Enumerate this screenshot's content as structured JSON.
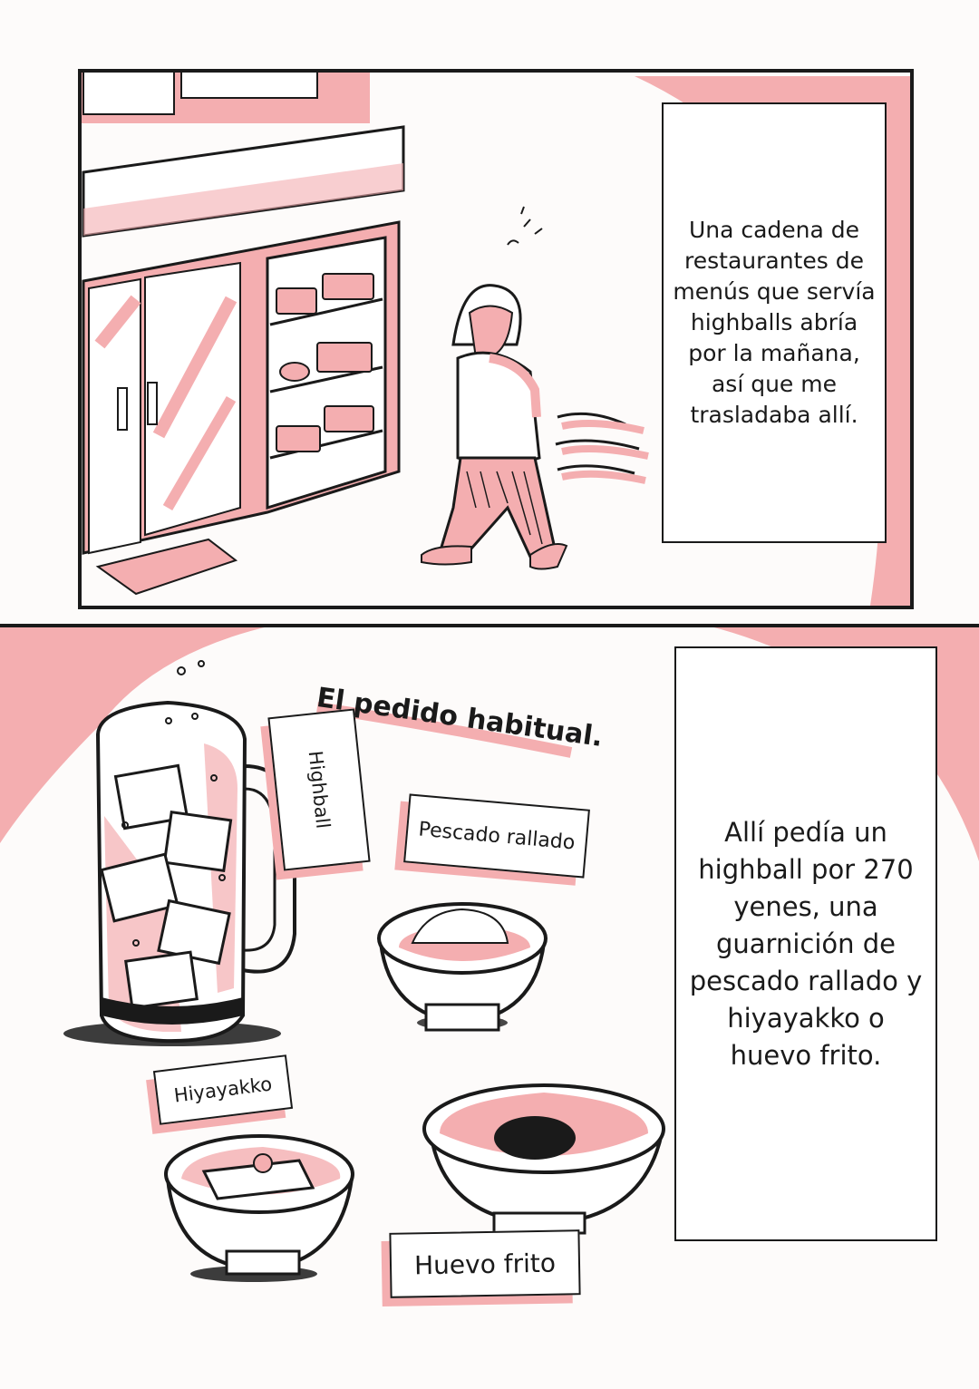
{
  "colors": {
    "accent_pink": "#f4aeb0",
    "ink": "#1a1a1a",
    "paper": "#fdfbfa"
  },
  "panel1": {
    "caption": "Una cadena de restaurantes de menús que servía highballs abría por la mañana, así que me trasladaba allí."
  },
  "panel2": {
    "title": "El pedido habitual.",
    "caption": "Allí pedía un highball por 270 yenes, una guarnición de pescado rallado y hiyayakko o huevo frito.",
    "labels": {
      "highball": "Highball",
      "pescado": "Pescado rallado",
      "hiyayakko": "Hiyayakko",
      "huevo": "Huevo frito"
    }
  }
}
